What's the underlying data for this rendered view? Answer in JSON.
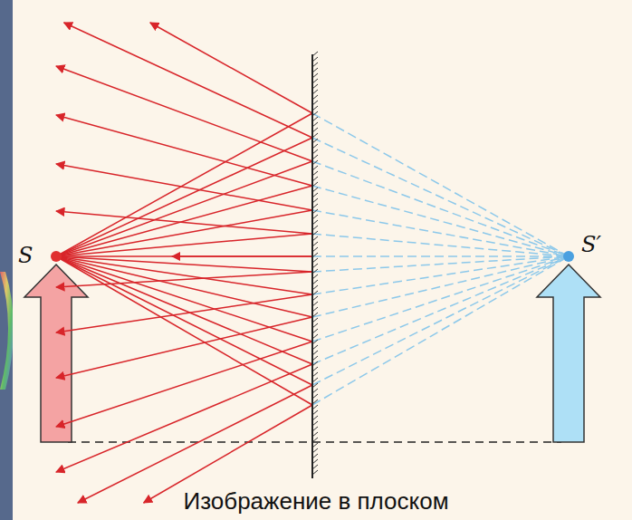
{
  "diagram": {
    "caption": "Изображение в плоском",
    "labels": [
      "S",
      "S′"
    ]
  }
}
